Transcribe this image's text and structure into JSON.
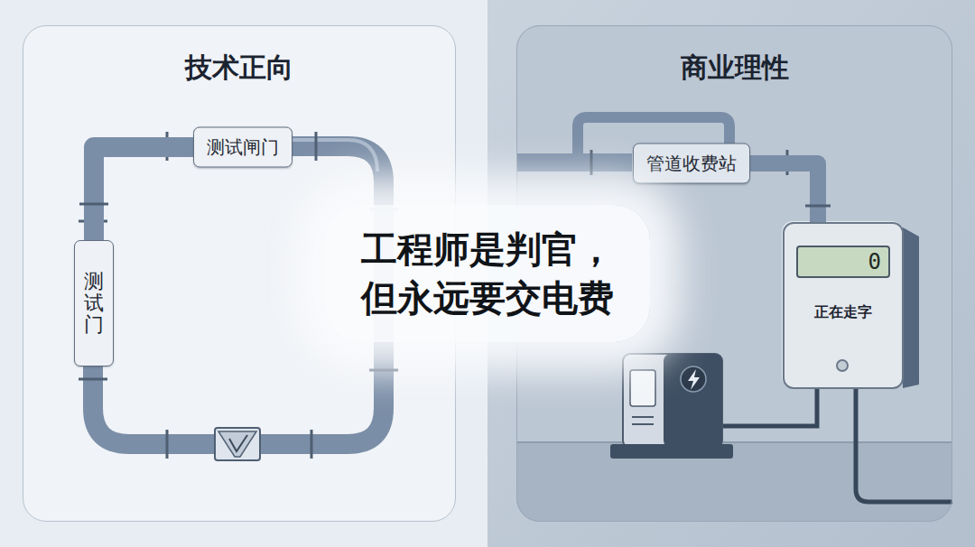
{
  "diagram": {
    "nodes": [
      {
        "text": [
          "技术正向"
        ]
      },
      {
        "text": [
          "测试闸门"
        ],
        "in": 0
      },
      {
        "text": [
          "测试门"
        ],
        "in": 0
      },
      {
        "text": [
          "商业理性"
        ]
      },
      {
        "text": [
          "管道收费站"
        ],
        "in": 3
      },
      {
        "text": [
          "0",
          "正在走字"
        ],
        "in": 3
      }
    ],
    "edges": [
      {
        "from": 2,
        "to": 1,
        "arrow": "none"
      },
      {
        "from": 4,
        "to": 5,
        "arrow": "none"
      }
    ],
    "labels": [
      "工程师是判官， 但永远要交电费"
    ]
  }
}
